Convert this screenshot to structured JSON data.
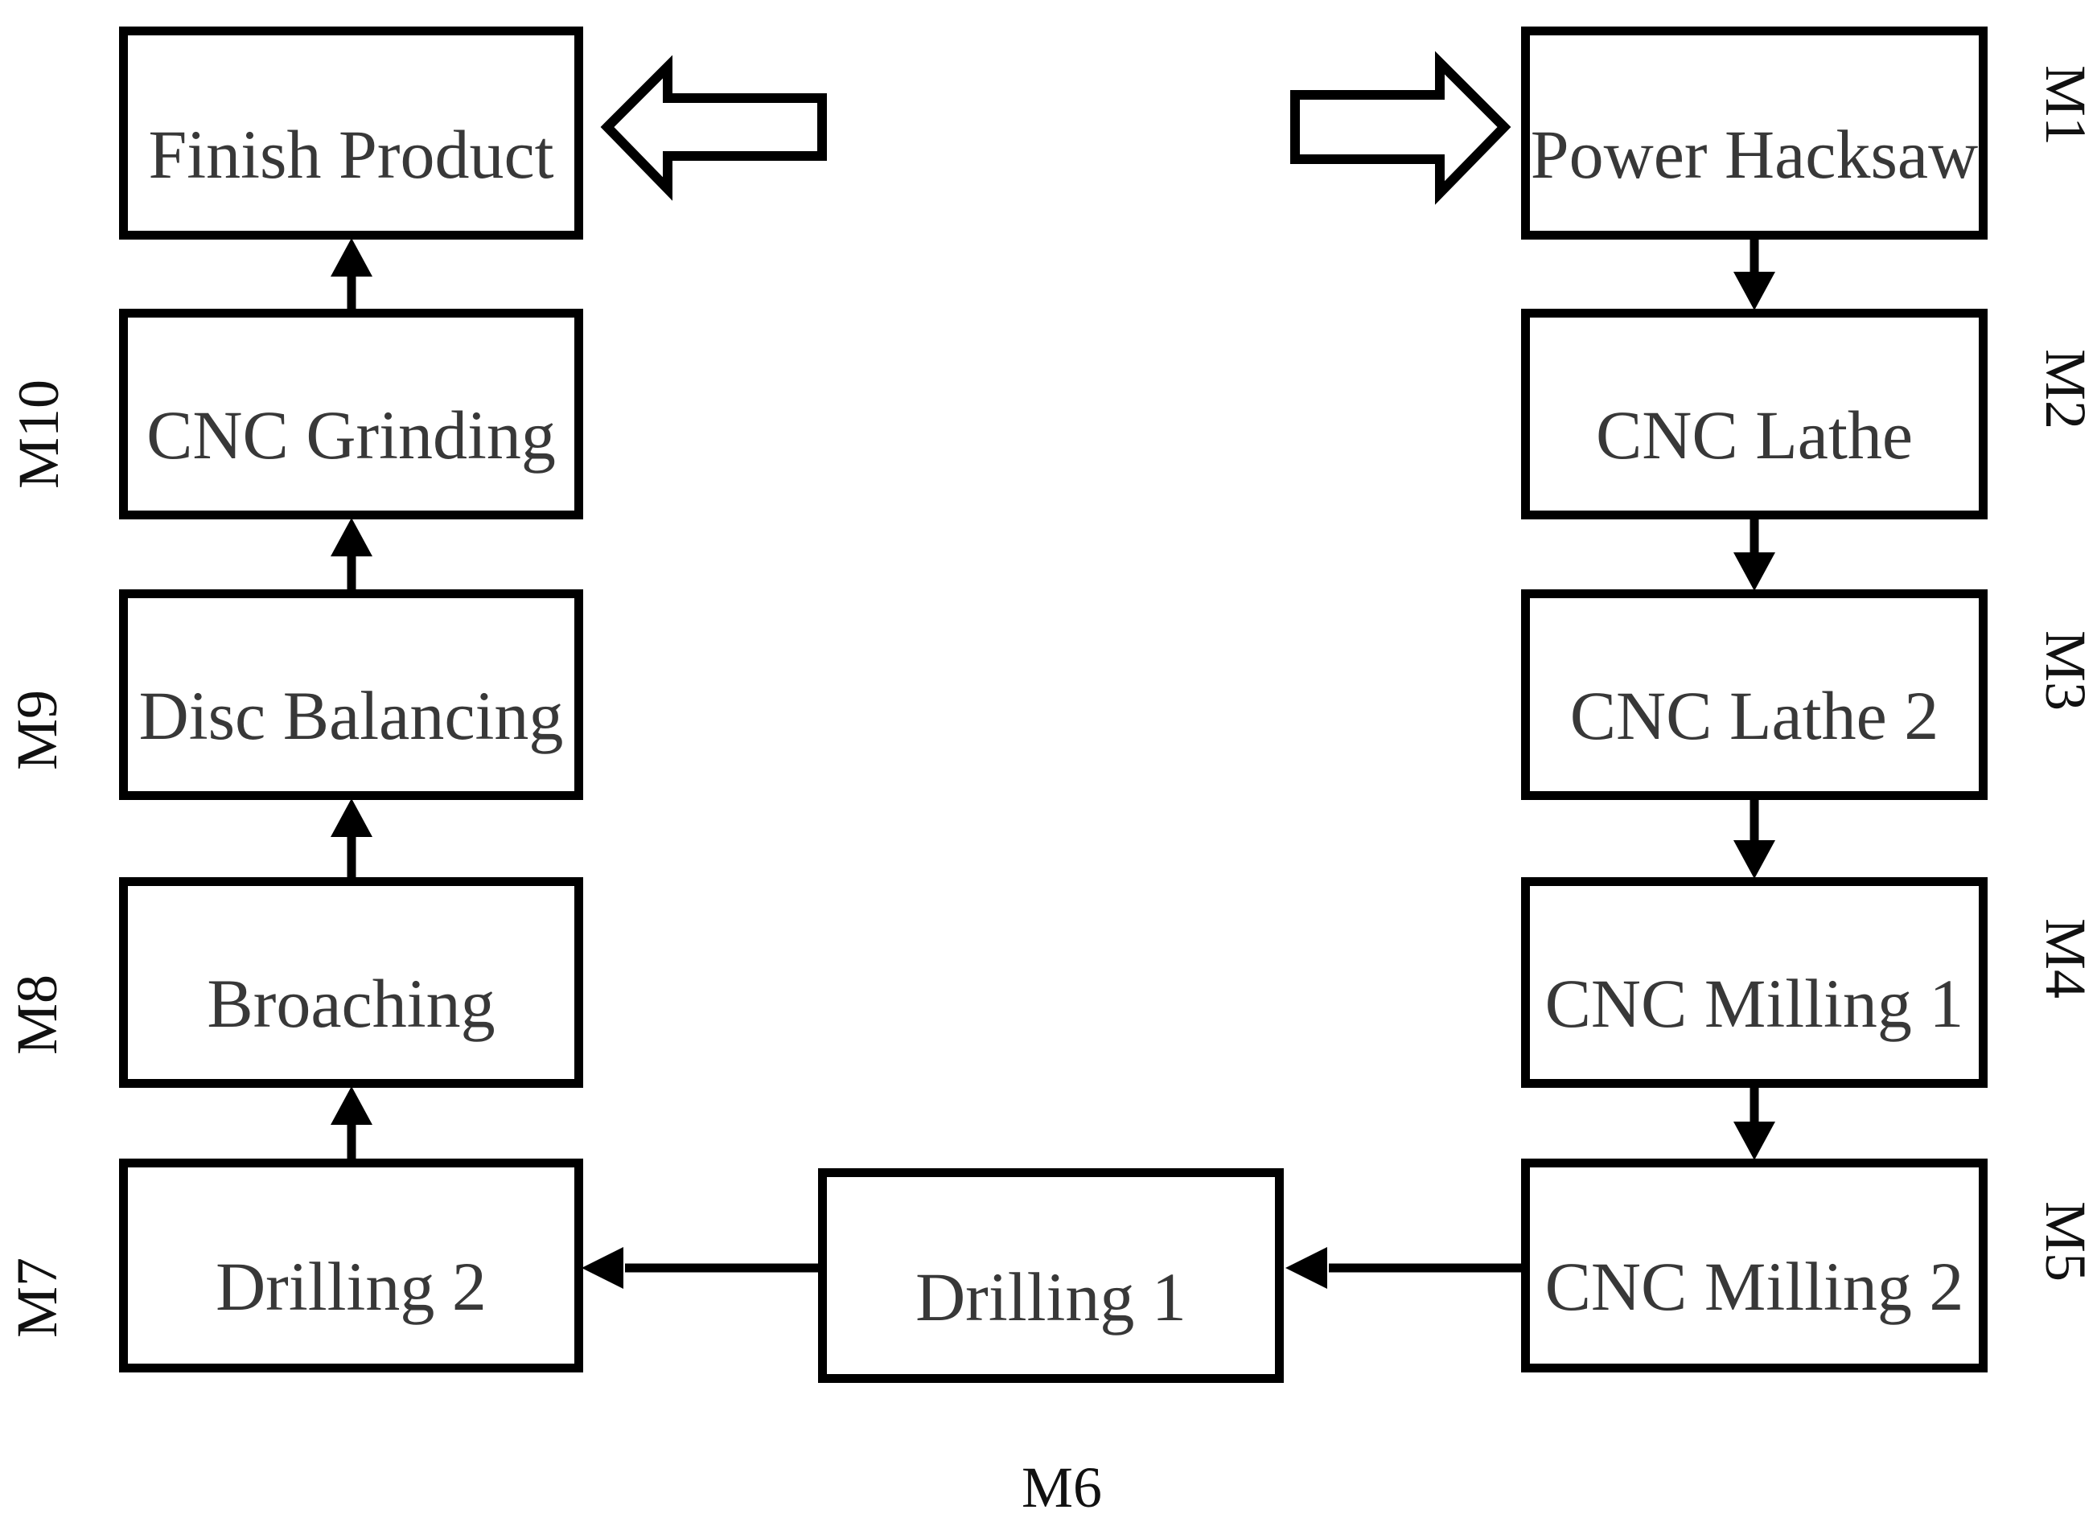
{
  "colors": {
    "background": "#ffffff",
    "box_border": "#000000",
    "box_fill": "#ffffff",
    "box_text": "#383838",
    "machine_label_text": "#111111",
    "arrow": "#000000"
  },
  "stations": {
    "left_column": [
      {
        "label": "Finish Product",
        "machine_label": ""
      },
      {
        "label": "CNC Grinding",
        "machine_label": "M10"
      },
      {
        "label": "Disc Balancing",
        "machine_label": "M9"
      },
      {
        "label": "Broaching",
        "machine_label": "M8"
      },
      {
        "label": "Drilling 2",
        "machine_label": "M7"
      }
    ],
    "middle": {
      "label": "Drilling 1",
      "machine_label": "M6"
    },
    "right_column": [
      {
        "label": "Power Hacksaw",
        "machine_label": "M1"
      },
      {
        "label": "CNC Lathe",
        "machine_label": "M2"
      },
      {
        "label": "CNC Lathe 2",
        "machine_label": "M3"
      },
      {
        "label": "CNC Milling 1",
        "machine_label": "M4"
      },
      {
        "label": "CNC Milling 2",
        "machine_label": "M5"
      }
    ]
  },
  "flow": {
    "input_arrow_icon": "block-arrow-right",
    "output_arrow_icon": "block-arrow-left",
    "sequence": [
      "Power Hacksaw",
      "CNC Lathe",
      "CNC Lathe 2",
      "CNC Milling 1",
      "CNC Milling 2",
      "Drilling 1",
      "Drilling 2",
      "Broaching",
      "Disc Balancing",
      "CNC Grinding",
      "Finish Product"
    ]
  }
}
